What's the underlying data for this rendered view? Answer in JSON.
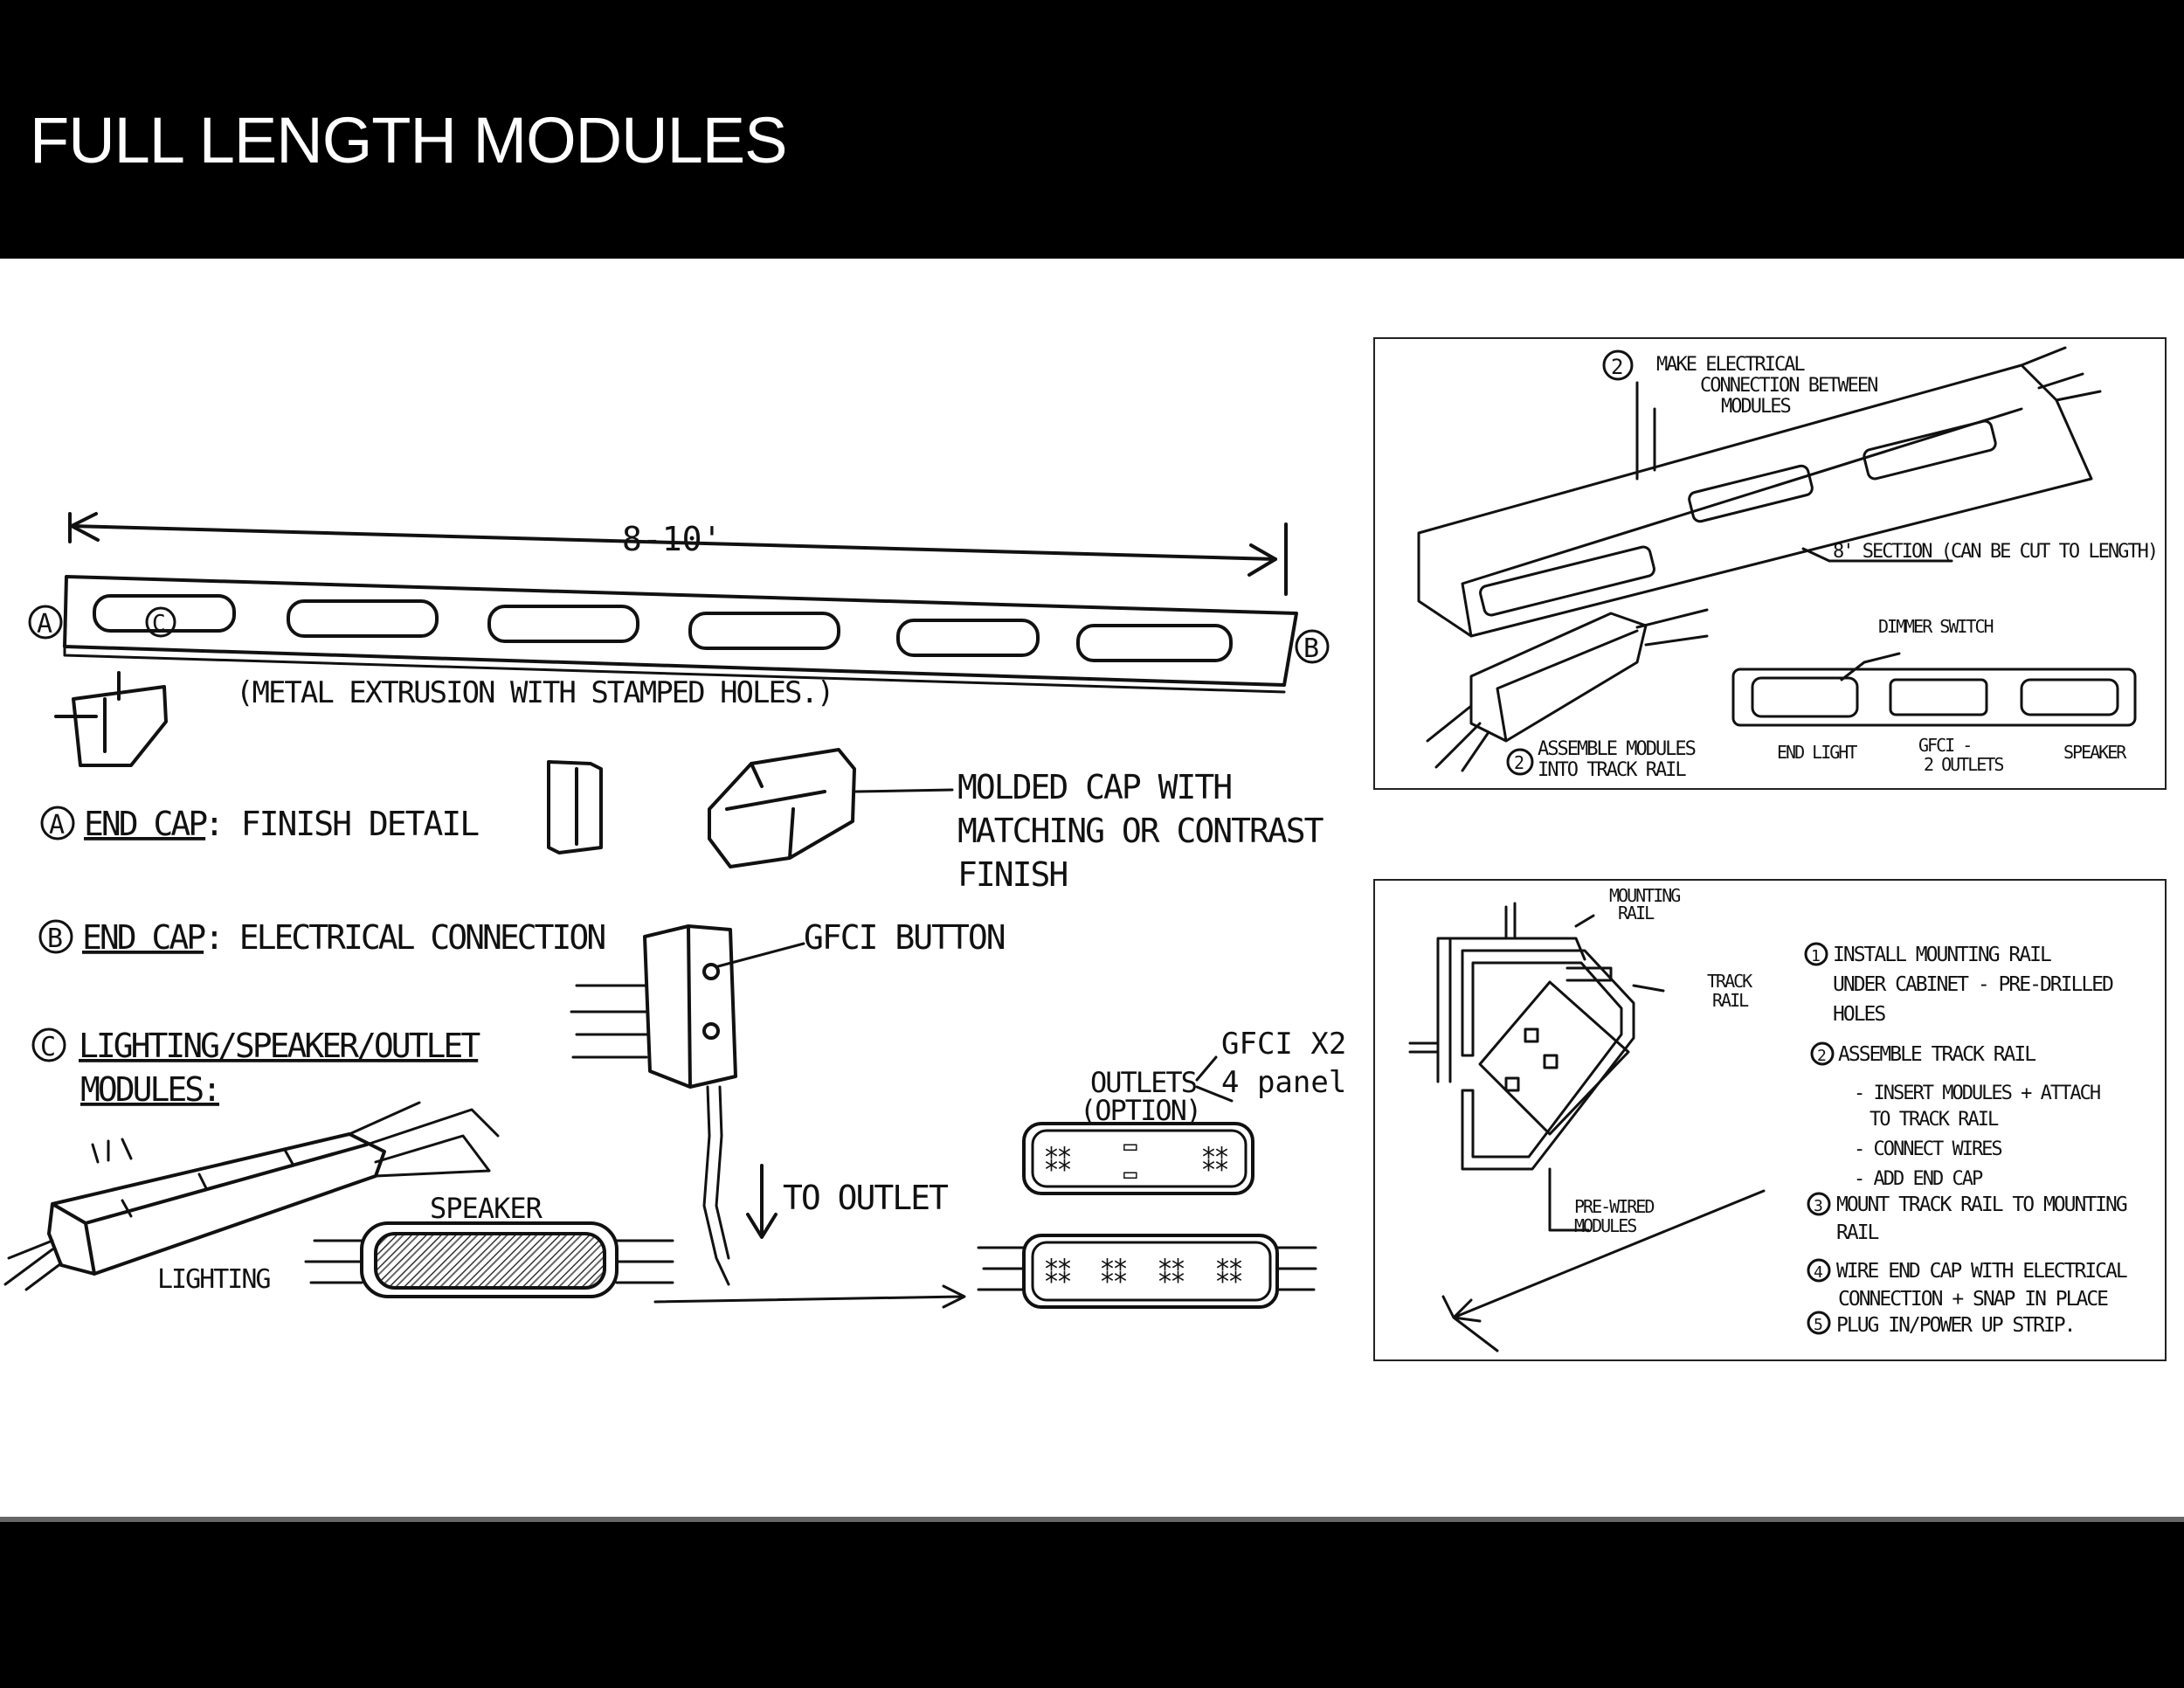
{
  "slide": {
    "title": "FULL LENGTH MODULES"
  },
  "main_sketch": {
    "dimension": "8-10'",
    "rail_markers": {
      "a": "A",
      "b": "B",
      "c": "C"
    },
    "rail_caption": "(METAL EXTRUSION WITH STAMPED HOLES.)",
    "endcap_a": {
      "marker": "A",
      "title": "END CAP",
      "text": ": FINISH DETAIL"
    },
    "molded_cap_note": [
      "MOLDED CAP WITH",
      "MATCHING OR CONTRAST",
      "FINISH"
    ],
    "endcap_b": {
      "marker": "B",
      "title": "END CAP",
      "text": ": ELECTRICAL CONNECTION"
    },
    "gfci_button": "GFCI BUTTON",
    "modules_c": {
      "marker": "C",
      "line1": "LIGHTING/SPEAKER/OUTLET",
      "line2": "MODULES:"
    },
    "gfci_note": [
      "GFCI X2",
      "4 panel"
    ],
    "outlets_option": [
      "OUTLETS",
      "(OPTION)"
    ],
    "to_outlet": "TO OUTLET",
    "speaker": "SPEAKER",
    "lighting": "LIGHTING"
  },
  "panel_top": {
    "step2_num": "2",
    "step2_lines": [
      "MAKE ELECTRICAL",
      "CONNECTION BETWEEN",
      "MODULES"
    ],
    "section_note": "8' SECTION (CAN BE CUT TO LENGTH)",
    "dimmer": "DIMMER SWITCH",
    "assemble_num": "2",
    "assemble_lines": [
      "ASSEMBLE MODULES",
      "INTO TRACK RAIL"
    ],
    "labels": {
      "end_light": "END LIGHT",
      "gfci_1": "GFCI -",
      "gfci_2": "2 OUTLETS",
      "speaker": "SPEAKER"
    }
  },
  "panel_bottom": {
    "mounting_rail": [
      "MOUNTING",
      "RAIL"
    ],
    "track_rail": [
      "TRACK",
      "RAIL"
    ],
    "prewired": [
      "PRE-WIRED",
      "MODULES"
    ],
    "steps": [
      {
        "num": "1",
        "lines": [
          "INSTALL MOUNTING RAIL",
          "UNDER CABINET - PRE-DRILLED",
          "HOLES"
        ]
      },
      {
        "num": "2",
        "lines": [
          "ASSEMBLE TRACK RAIL"
        ]
      },
      {
        "num": "",
        "lines": [
          "- INSERT MODULES + ATTACH",
          "TO TRACK RAIL"
        ]
      },
      {
        "num": "",
        "lines": [
          "- CONNECT WIRES"
        ]
      },
      {
        "num": "",
        "lines": [
          "- ADD END CAP"
        ]
      },
      {
        "num": "3",
        "lines": [
          "MOUNT TRACK RAIL TO MOUNTING",
          "RAIL"
        ]
      },
      {
        "num": "4",
        "lines": [
          "WIRE END CAP WITH ELECTRICAL",
          "CONNECTION + SNAP IN PLACE"
        ]
      },
      {
        "num": "5",
        "lines": [
          "PLUG IN/POWER UP STRIP."
        ]
      }
    ]
  }
}
